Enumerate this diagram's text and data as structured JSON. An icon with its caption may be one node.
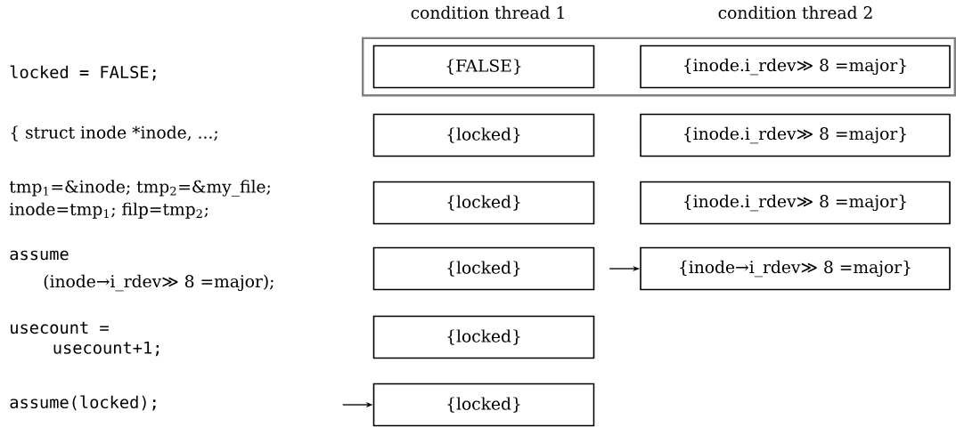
{
  "diagram": {
    "nodes": [
      {
        "text": [],
        "shape": "box"
      },
      {
        "text": [
          "{FALSE}"
        ],
        "in": 0
      },
      {
        "text": [
          "{inode.i_rdev≫ 8 =major}"
        ],
        "in": 0
      },
      {
        "text": [
          "{locked}"
        ]
      },
      {
        "text": [
          "{inode.i_rdev≫ 8 =major}"
        ]
      },
      {
        "text": [
          "{locked}"
        ]
      },
      {
        "text": [
          "{inode.i_rdev≫ 8 =major}"
        ]
      },
      {
        "text": [
          "{locked}"
        ]
      },
      {
        "text": [
          "{inode→i_rdev≫ 8 =major}"
        ]
      },
      {
        "text": [
          "{locked}"
        ]
      },
      {
        "text": [
          "{locked}"
        ]
      }
    ],
    "edges": [
      {
        "from": null,
        "to": 8,
        "arrow": "to"
      },
      {
        "from": null,
        "to": 10,
        "arrow": "to"
      }
    ],
    "labels": [
      "condition thread 1",
      "condition thread 2",
      "locked = FALSE;",
      "{ struct inode *inode, ...;",
      "tmp$_{1}$=&inode; tmp$_{2}$=&my_file; inode=tmp$_{1}$; filp=tmp$_{2}$;",
      "assume",
      "(inode→i_rdev≫ 8 =major);",
      "usecount = usecount+1;",
      "assume(locked);"
    ]
  }
}
